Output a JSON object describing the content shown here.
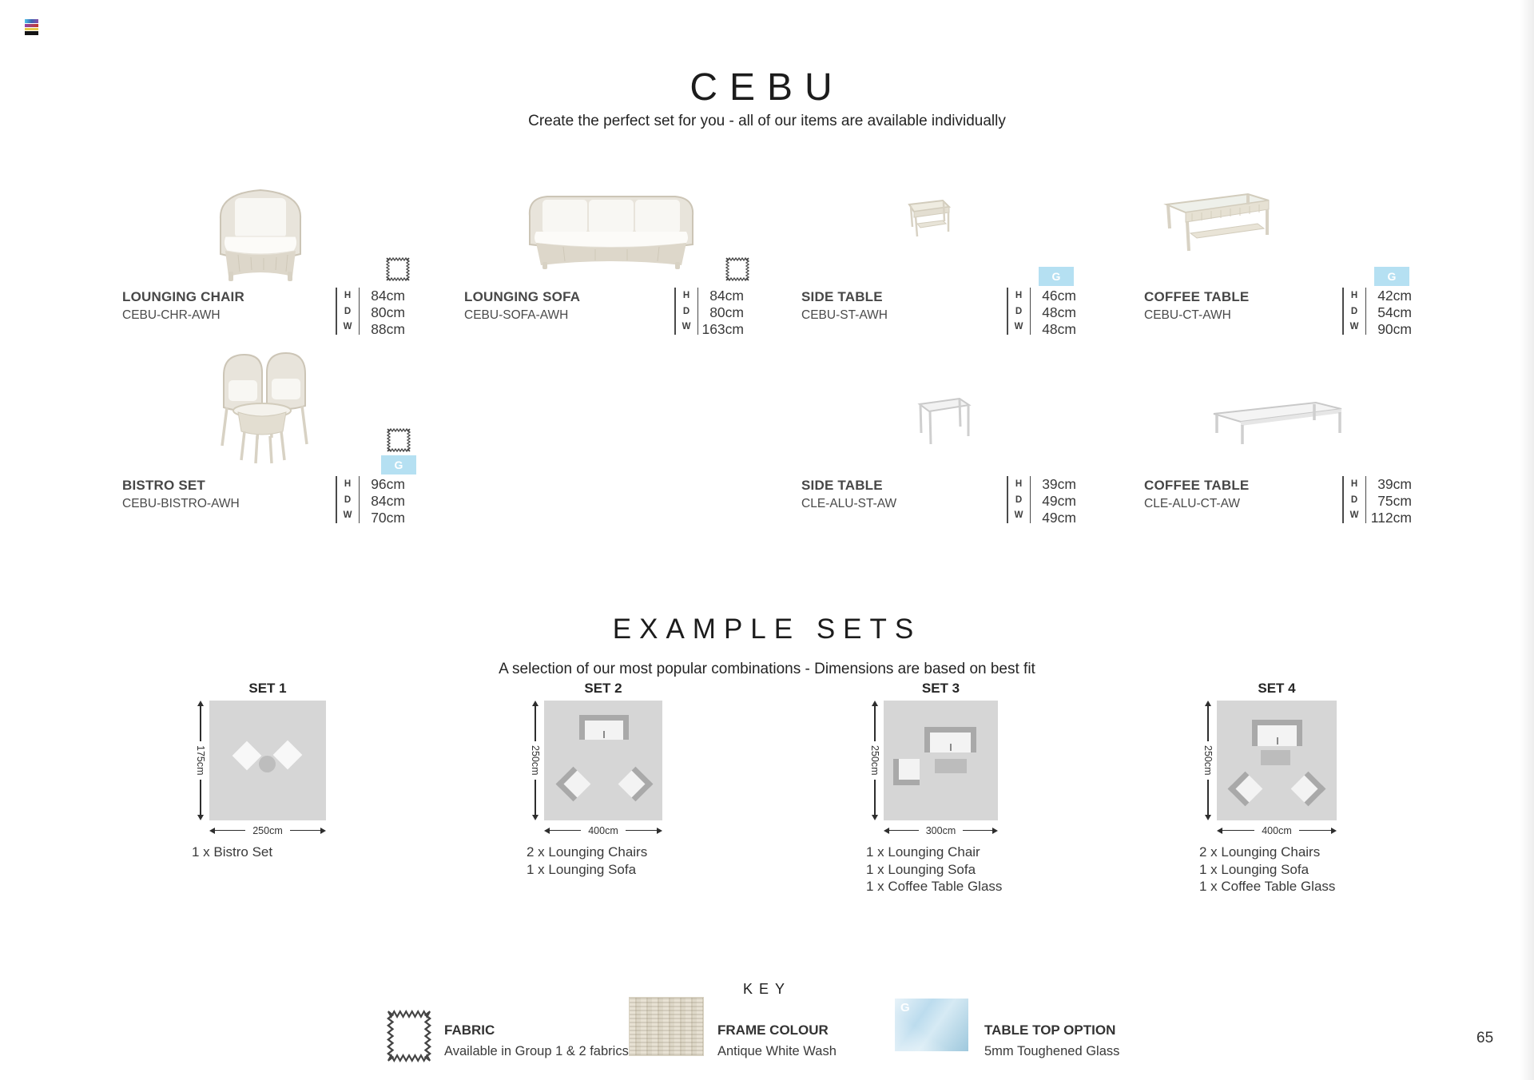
{
  "header": {
    "logo_icon": "color-bars-logo-icon",
    "title": "CEBU",
    "subtitle": "Create the perfect set for you - all of our items are available individually"
  },
  "dims_legend": {
    "h": "H",
    "d": "D",
    "w": "W"
  },
  "badges": {
    "glass_label": "G",
    "fabric_icon": "fabric-swatch-icon",
    "glass_icon": "glass-table-top-icon"
  },
  "products": [
    {
      "name": "LOUNGING CHAIR",
      "code": "CEBU-CHR-AWH",
      "h": "84cm",
      "d": "80cm",
      "w": "88cm",
      "options": [
        "fabric"
      ],
      "illustration": "lounging-chair-illustration"
    },
    {
      "name": "LOUNGING SOFA",
      "code": "CEBU-SOFA-AWH",
      "h": "84cm",
      "d": "80cm",
      "w": "163cm",
      "options": [
        "fabric"
      ],
      "illustration": "lounging-sofa-illustration"
    },
    {
      "name": "SIDE TABLE",
      "code": "CEBU-ST-AWH",
      "h": "46cm",
      "d": "48cm",
      "w": "48cm",
      "options": [
        "glass"
      ],
      "illustration": "wicker-side-table-illustration"
    },
    {
      "name": "COFFEE TABLE",
      "code": "CEBU-CT-AWH",
      "h": "42cm",
      "d": "54cm",
      "w": "90cm",
      "options": [
        "glass"
      ],
      "illustration": "wicker-coffee-table-illustration"
    },
    {
      "name": "BISTRO SET",
      "code": "CEBU-BISTRO-AWH",
      "h": "96cm",
      "d": "84cm",
      "w": "70cm",
      "options": [
        "fabric",
        "glass"
      ],
      "illustration": "bistro-set-illustration"
    },
    {
      "name": "SIDE TABLE",
      "code": "CLE-ALU-ST-AW",
      "h": "39cm",
      "d": "49cm",
      "w": "49cm",
      "options": [],
      "illustration": "aluminium-side-table-illustration"
    },
    {
      "name": "COFFEE TABLE",
      "code": "CLE-ALU-CT-AW",
      "h": "39cm",
      "d": "75cm",
      "w": "112cm",
      "options": [],
      "illustration": "aluminium-coffee-table-illustration"
    }
  ],
  "example_sets": {
    "title": "EXAMPLE SETS",
    "subtitle": "A selection of our most popular combinations - Dimensions are based on best fit",
    "sets": [
      {
        "label": "SET 1",
        "depth": "175cm",
        "width": "250cm",
        "items": [
          "1 x Bistro Set"
        ]
      },
      {
        "label": "SET 2",
        "depth": "250cm",
        "width": "400cm",
        "items": [
          "2 x Lounging Chairs",
          "1 x Lounging Sofa"
        ]
      },
      {
        "label": "SET 3",
        "depth": "250cm",
        "width": "300cm",
        "items": [
          "1 x Lounging Chair",
          "1 x Lounging Sofa",
          "1 x Coffee Table Glass"
        ]
      },
      {
        "label": "SET 4",
        "depth": "250cm",
        "width": "400cm",
        "items": [
          "2 x Lounging Chairs",
          "1 x Lounging Sofa",
          "1 x Coffee Table Glass"
        ]
      }
    ]
  },
  "key": {
    "title": "KEY",
    "entries": [
      {
        "icon": "fabric-swatch-icon",
        "name": "FABRIC",
        "description": "Available in Group 1 & 2 fabrics"
      },
      {
        "icon": "wicker-frame-icon",
        "name": "FRAME COLOUR",
        "description": "Antique White Wash"
      },
      {
        "icon": "glass-table-top-icon",
        "name": "TABLE TOP OPTION",
        "description": "5mm Toughened Glass"
      }
    ]
  },
  "page": {
    "number": "65"
  },
  "colors": {
    "glass_badge": "#b5e0f2",
    "set_box": "#d6d6d6",
    "topview_outline": "#a9a9a9",
    "text_dark": "#1c1c1c",
    "text_body": "#3c3c3c"
  }
}
